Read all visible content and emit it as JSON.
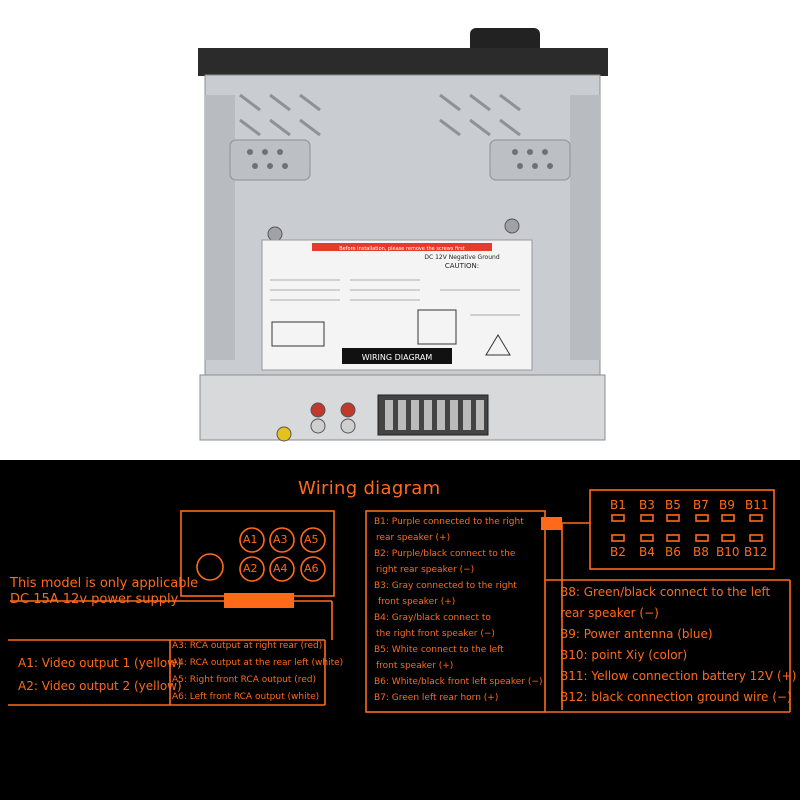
{
  "diagram": {
    "title": "Wiring diagram",
    "note_lines": [
      "This model is only applicable",
      "DC 15A 12v power supply"
    ],
    "left_connector": {
      "circles": [
        "A1",
        "A3",
        "A5",
        "A2",
        "A4",
        "A6"
      ],
      "labels_left": [
        "A1: Video output 1 (yellow)",
        "A2: Video output 2 (yellow)"
      ],
      "labels_right": [
        "A3: RCA output at right rear (red)",
        "A4: RCA output at the rear left (white)",
        "A5: Right front RCA output (red)",
        "A6: Left front RCA output (white)"
      ]
    },
    "right_connector": {
      "top_pins": [
        "B1",
        "B3",
        "B5",
        "B7",
        "B9",
        "B11"
      ],
      "bottom_pins": [
        "B2",
        "B4",
        "B6",
        "B8",
        "B10",
        "B12"
      ],
      "middle_list": [
        "B1: Purple connected to the right",
        "rear speaker (+)",
        "B2: Purple/black connect to the",
        "right rear speaker (−)",
        "B3: Gray connected to the right",
        "front speaker (+)",
        "B4: Gray/black connect to",
        "the right front speaker (−)",
        "B5: White connect to the left",
        "front speaker (+)",
        "B6: White/black front left speaker (−)",
        "B7: Green left rear horn (+)"
      ],
      "right_list": [
        "B8: Green/black connect to the left",
        "rear speaker (−)",
        "B9: Power antenna (blue)",
        "B10: point Xiy (color)",
        "B11: Yellow connection battery 12V (+)",
        "B12: black connection ground wire (−)"
      ]
    },
    "photo_label": {
      "caution": "CAUTION:",
      "banner": "Before installation, please remove the screws first",
      "dc": "DC 12V Negative Ground",
      "wiring": "WIRING DIAGRAM"
    }
  }
}
